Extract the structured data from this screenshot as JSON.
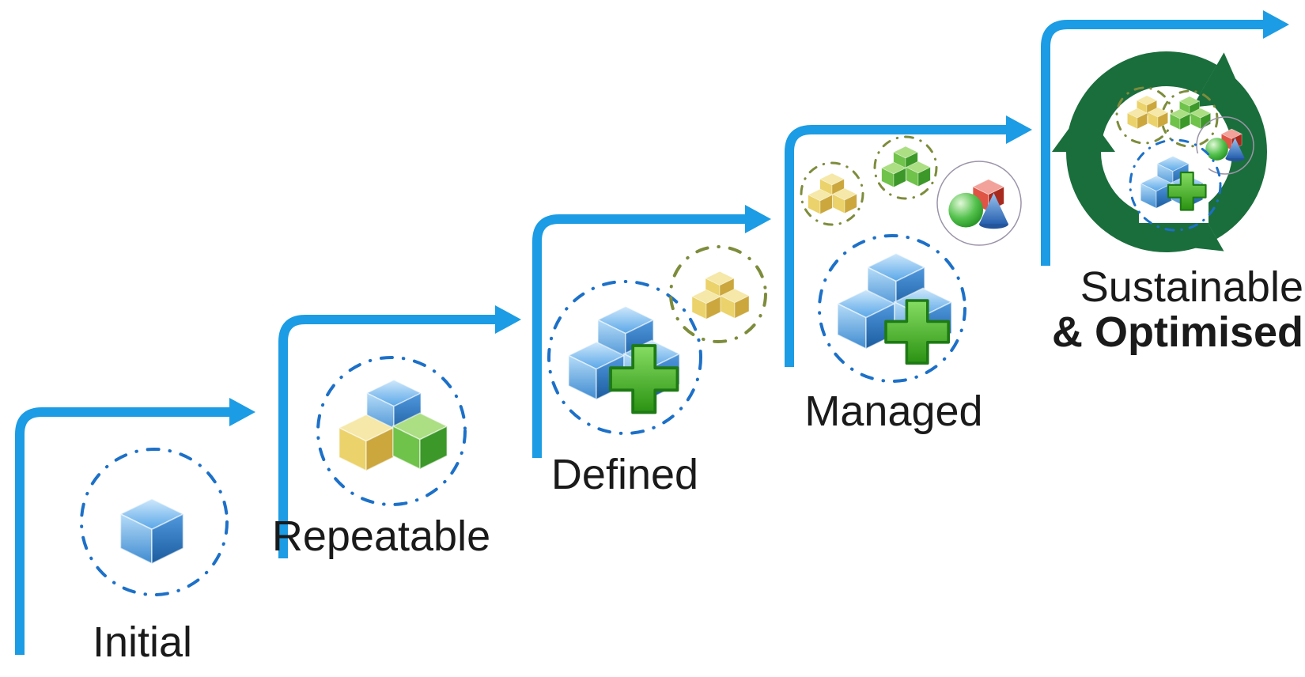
{
  "stages": [
    {
      "id": "initial",
      "label": "Initial",
      "icons": [
        "blue-cube"
      ]
    },
    {
      "id": "repeatable",
      "label": "Repeatable",
      "icons": [
        "cube-stack-multicolor"
      ]
    },
    {
      "id": "defined",
      "label": "Defined",
      "icons": [
        "blue-cubes-plus",
        "yellow-cube-stack"
      ]
    },
    {
      "id": "managed",
      "label": "Managed",
      "icons": [
        "blue-cubes-plus",
        "yellow-cube-stack",
        "green-cube-stack",
        "sphere-cube-cone-shapes"
      ]
    },
    {
      "id": "sustainable",
      "label_line1": "Sustainable",
      "label_line2": "& Optimised",
      "icons": [
        "recycle-arrows",
        "yellow-cube-stack",
        "green-cube-stack",
        "sphere-cube-cone-shapes",
        "blue-cubes-plus"
      ]
    }
  ],
  "colors": {
    "arrow_blue": "#1B9CE4",
    "dash_circle_blue": "#1C70C8",
    "dash_circle_olive": "#7D8C3B",
    "thin_circle_gray": "#9B93A8",
    "recycle_green": "#1A6E3C",
    "label_text": "#1A1A1A",
    "background": "#FFFFFF"
  }
}
